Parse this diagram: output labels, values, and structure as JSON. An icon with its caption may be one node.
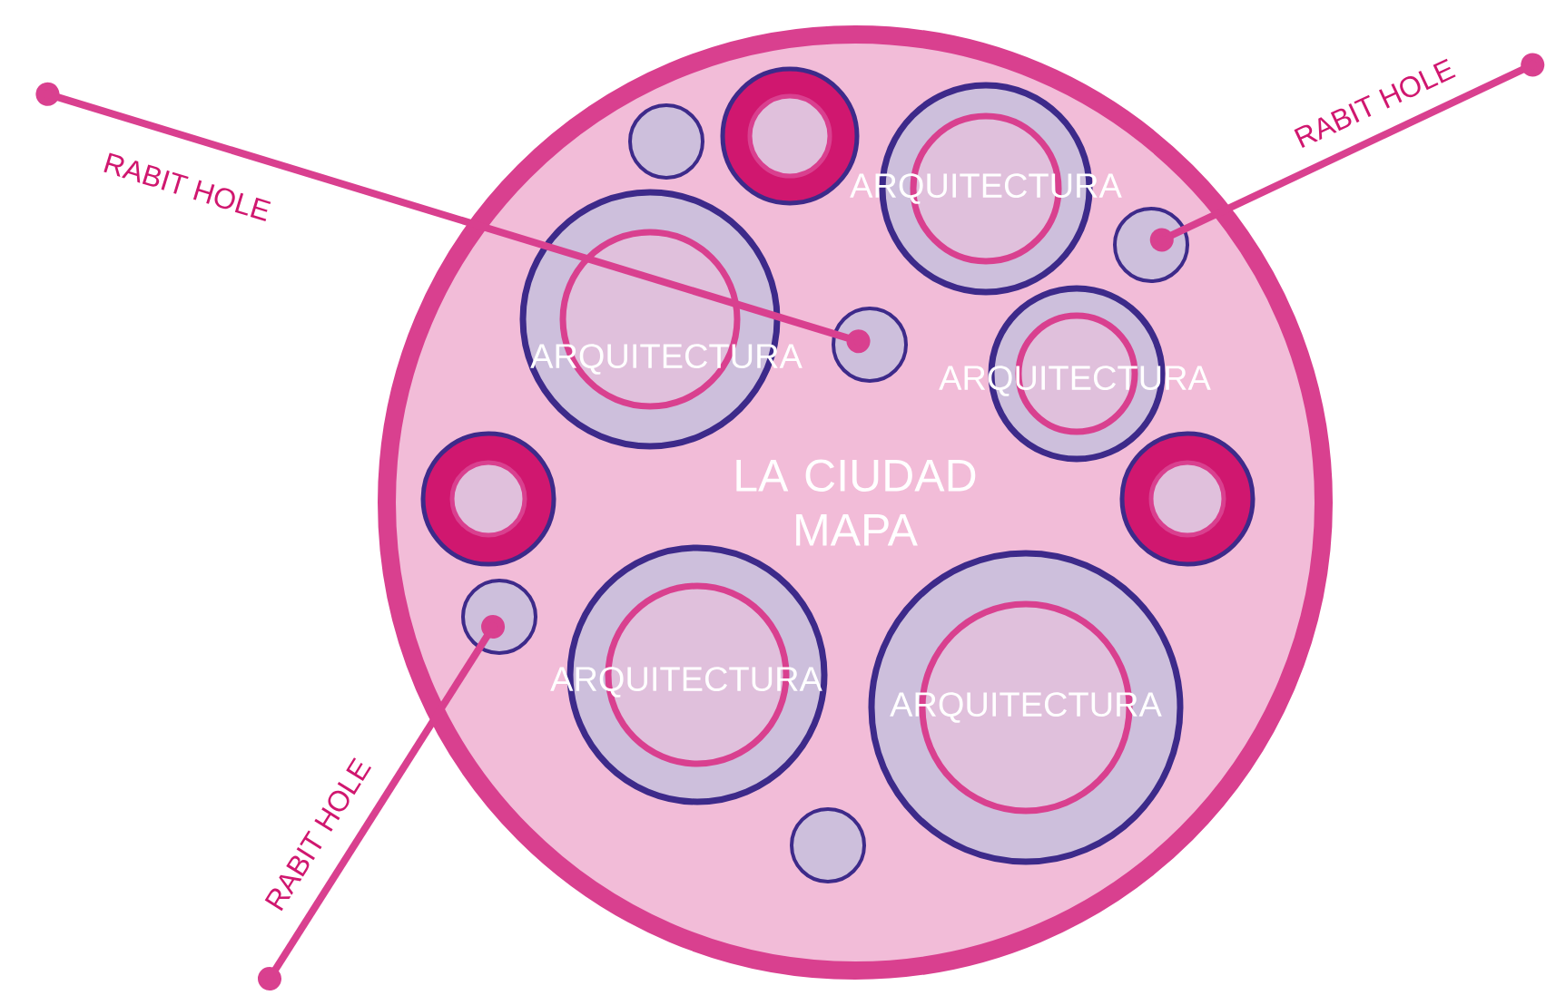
{
  "diagram": {
    "nodes": [
      {
        "text": [
          "LA CIUDAD MAPA"
        ]
      },
      {
        "text": [],
        "shape": "circle",
        "in": 0
      },
      {
        "text": [],
        "shape": "circle",
        "in": 0
      },
      {
        "text": [
          "ARQUITECTURA"
        ],
        "in": 0
      },
      {
        "text": [],
        "shape": "circle",
        "in": 0
      },
      {
        "text": [
          "ARQUITECTURA"
        ],
        "in": 0
      },
      {
        "text": [],
        "shape": "circle",
        "in": 0
      },
      {
        "text": [
          "ARQUITECTURA"
        ],
        "in": 0
      },
      {
        "text": [],
        "shape": "circle",
        "in": 0
      },
      {
        "text": [],
        "shape": "circle",
        "in": 0
      },
      {
        "text": [],
        "shape": "circle",
        "in": 0
      },
      {
        "text": [
          "ARQUITECTURA"
        ],
        "in": 0
      },
      {
        "text": [
          "ARQUITECTURA"
        ],
        "in": 0
      },
      {
        "text": [],
        "shape": "circle",
        "in": 0
      }
    ],
    "edges": [
      {
        "from": null,
        "to": 6,
        "arrow": "other",
        "label": "RABIT HOLE"
      },
      {
        "from": null,
        "to": 4,
        "arrow": "other",
        "label": "RABIT HOLE"
      },
      {
        "from": null,
        "to": 10,
        "arrow": "other",
        "label": "RABIT HOLE"
      }
    ]
  }
}
